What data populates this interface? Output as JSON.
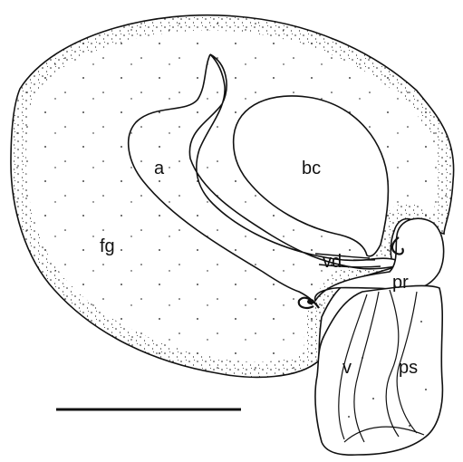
{
  "labels": {
    "a": "a",
    "bc": "bc",
    "fg": "fg",
    "vd": "vd",
    "pr": "pr",
    "v": "v",
    "ps": "ps"
  },
  "colors": {
    "ink": "#111111",
    "background": "#ffffff"
  }
}
